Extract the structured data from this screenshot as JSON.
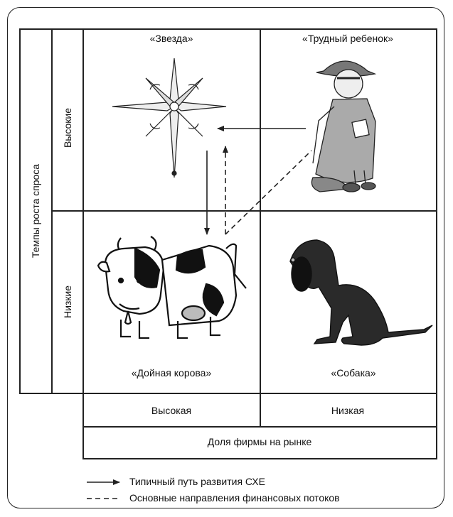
{
  "axes": {
    "y_title": "Темпы роста спроса",
    "y_high": "Высокие",
    "y_low": "Низкие",
    "x_title": "Доля фирмы на рынке",
    "x_high": "Высокая",
    "x_low": "Низкая"
  },
  "quadrants": {
    "star": "«Звезда»",
    "problem_child": "«Трудный ребенок»",
    "cash_cow": "«Дойная корова»",
    "dog": "«Собака»"
  },
  "legend": {
    "solid": "Типичный путь развития СХЕ",
    "dashed": "Основные направления финансовых потоков"
  },
  "colors": {
    "line": "#222222",
    "background": "#ffffff"
  },
  "icons": [
    "compass-star-icon",
    "child-in-coat-icon",
    "cow-icon",
    "dog-icon"
  ]
}
